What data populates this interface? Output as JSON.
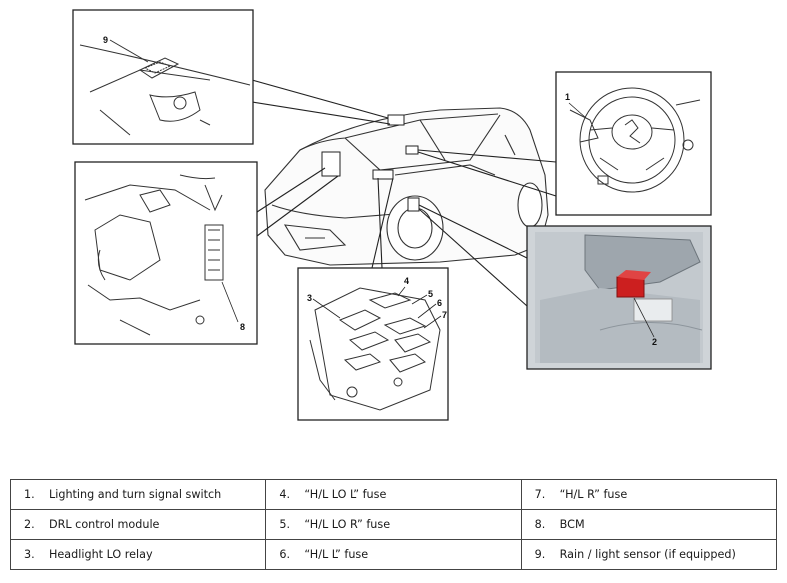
{
  "callouts": {
    "rain_sensor": "9",
    "switch": "1",
    "bcm": "8",
    "relay": "3",
    "fuse_lo_l": "4",
    "fuse_lo_r": "5",
    "fuse_l": "6",
    "fuse_r": "7",
    "drl_module": "2"
  },
  "legend": [
    [
      {
        "num": "1.",
        "text": "Lighting and turn signal switch"
      },
      {
        "num": "4.",
        "text": "“H/L LO L” fuse"
      },
      {
        "num": "7.",
        "text": "“H/L R” fuse"
      }
    ],
    [
      {
        "num": "2.",
        "text": "DRL control module"
      },
      {
        "num": "5.",
        "text": "“H/L LO R” fuse"
      },
      {
        "num": "8.",
        "text": "BCM"
      }
    ],
    [
      {
        "num": "3.",
        "text": "Headlight LO relay"
      },
      {
        "num": "6.",
        "text": "“H/L L” fuse"
      },
      {
        "num": "9.",
        "text": "Rain / light sensor (if equipped)"
      }
    ]
  ],
  "colors": {
    "drl_module_highlight": "#cc1f1f",
    "photo_background": "#cfd4d8"
  }
}
